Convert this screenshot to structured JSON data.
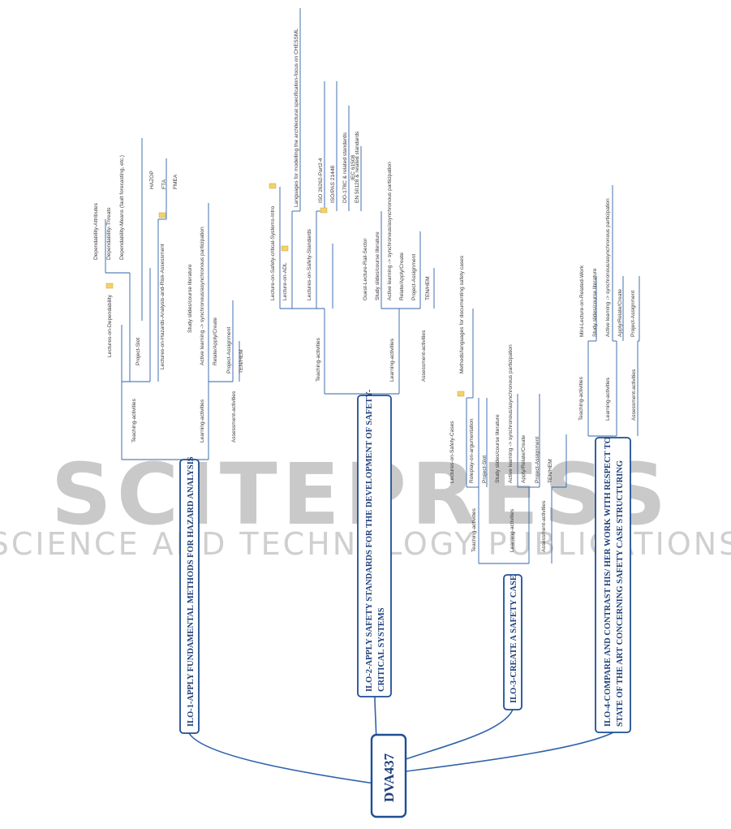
{
  "root": {
    "label": "DVA437"
  },
  "watermark": {
    "main": "SCITEPRESS",
    "sub": "SCIENCE AND TECHNOLOGY PUBLICATIONS"
  },
  "ilo1": {
    "title": "ILO-1-APPLY FUNDAMENTAL METHODS FOR HAZARD ANALYSIS",
    "teaching": "Teaching-activities",
    "lect_dep": "Lectures-on-Dependability",
    "dep_attr": "Dependability-Attributes",
    "dep_threats": "Dependability-Threats",
    "dep_means": "Dependability-Means (fault forecasting, etc.)",
    "project_slot": "Project-Slot",
    "lect_haz": "Lectures-on-Hazards-Analysis-and-Risk-Assessment",
    "hazop": "HAZOP",
    "fta": "FTA",
    "fmea": "FMEA",
    "learning": "Learning-activities",
    "study": "Study slides/course literature",
    "active": "Active learning -> synchronous/asynchronous participation",
    "relate": "Relate/Apply/Create",
    "assessment": "Assessment-activities",
    "project_assign": "Project-Assignment",
    "tenhem": "TEN/HEM"
  },
  "ilo2": {
    "title_l1": "ILO-2-APPLY SAFETY STANDARDS FOR THE DEVELOPMENT OF SAFETY-",
    "title_l2": "CRITICAL SYSTEMS",
    "teaching": "Teaching-activities",
    "lect_intro": "Lecture-on-Safety-critical-Systems-Intro",
    "lect_adl": "Lecture-on-ADL",
    "lang_model": "Languages for modelling the architectural specification-focus on CHESSML",
    "lect_std": "Lectures-on-Safety-Standards",
    "iso26262": "ISO 26262-Part2-4",
    "isopas": "ISO/PAS 21448",
    "do178c": "DO-178C & related standards",
    "en50128": "EN 50128 & related standards",
    "iec61508": "IEC 61508",
    "guest": "Guest-Lecture-Rail-Sector",
    "learning": "Learning-activities",
    "study": "Study slides/course literature",
    "active": "Active learning -> synchronous/asynchronous participation",
    "relate": "Relate/Apply/Create",
    "assessment": "Assessment-activities",
    "project_assign": "Project-Assignment",
    "tenhem": "TEN/HEM"
  },
  "ilo3": {
    "title": "ILO-3-CREATE A SAFETY CASE",
    "teaching": "Teaching-activities",
    "lect_cases": "Lectures-on-Safety-Cases",
    "methods": "Methods/languages for documenting safety cases",
    "roleplay": "Roleplay-on-argumentation",
    "project_slot": "Project-Slot",
    "learning": "Learning-activities",
    "study": "Study slides/course literature",
    "active": "Active learning -> synchronous/asynchronous participation",
    "relate": "Apply/Relate/Create",
    "assessment": "Assessment-activities",
    "project_assign": "Project-Assignment",
    "tenhem": "TEN/HEM"
  },
  "ilo4": {
    "title_l1": "ILO-4-COMPARE AND CONTRAST HIS/ HER WORK WITH RESPECT TO",
    "title_l2": "STATE OF THE ART CONCERNING SAFETY CASE STRUCTURING",
    "teaching": "Teaching-activities",
    "mini_lecture": "Mini-Lecture-on-Related-Work",
    "learning": "Learning-activities",
    "study": "Study slides/course literature",
    "active": "Active learning -> synchronous/asynchronous participation",
    "relate": "Apply/Relate/Create",
    "assessment": "Assessment-activities",
    "project_assign": "Project-Assignment"
  }
}
